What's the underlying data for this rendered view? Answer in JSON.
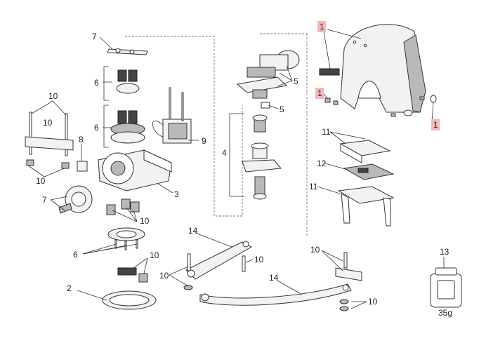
{
  "labels": {
    "l1a": "1",
    "l1b": "1",
    "l1c": "1",
    "l2": "2",
    "l3": "3",
    "l4": "4",
    "l5a": "5",
    "l5b": "5",
    "l6a": "6",
    "l6b": "6",
    "l6c": "6",
    "l7a": "7",
    "l7b": "7",
    "l8": "8",
    "l9": "9",
    "l10a": "10",
    "l10b": "10",
    "l10c": "10",
    "l10d": "10",
    "l10e": "10",
    "l10f": "10",
    "l10g": "10",
    "l10h": "10",
    "l10i": "10",
    "l11a": "11",
    "l11b": "11",
    "l12": "12",
    "l13": "13",
    "l14a": "14",
    "l14b": "14",
    "weight": "35g"
  },
  "highlight_color": "#f4b8b8"
}
